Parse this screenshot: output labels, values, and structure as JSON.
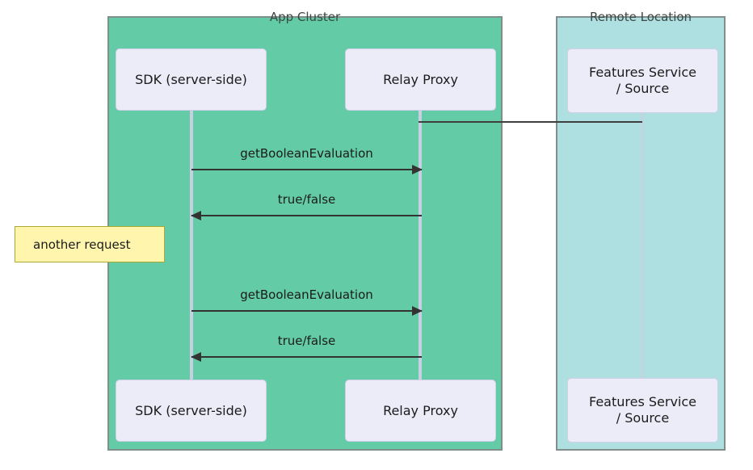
{
  "diagram": {
    "type": "sequence-diagram",
    "groups": [
      {
        "id": "app-cluster",
        "label": "App Cluster",
        "fill": "#63cba5",
        "border": "#808e8c"
      },
      {
        "id": "remote-location",
        "label": "Remote Location",
        "fill": "#aedfe1",
        "border": "#808e8c"
      }
    ],
    "participants": [
      {
        "id": "sdk",
        "label": "SDK (server-side)",
        "group": "app-cluster"
      },
      {
        "id": "relay",
        "label": "Relay Proxy",
        "group": "app-cluster"
      },
      {
        "id": "features",
        "label": "Features Service\n/ Source",
        "group": "remote-location"
      }
    ],
    "participant_labels": {
      "sdk": "SDK (server-side)",
      "relay": "Relay Proxy",
      "features_line_1": "Features Service",
      "features_line_2": "/ Source"
    },
    "messages": [
      {
        "id": "msg-1",
        "from": "sdk",
        "to": "relay",
        "direction": "right",
        "label": "getBooleanEvaluation"
      },
      {
        "id": "msg-2",
        "from": "relay",
        "to": "sdk",
        "direction": "left",
        "label": "true/false"
      },
      {
        "id": "msg-3",
        "from": "sdk",
        "to": "relay",
        "direction": "right",
        "label": "getBooleanEvaluation"
      },
      {
        "id": "msg-4",
        "from": "relay",
        "to": "sdk",
        "direction": "left",
        "label": "true/false"
      }
    ],
    "notes": [
      {
        "id": "note-1",
        "label": "another request",
        "fill": "#fff5ad",
        "border": "#aaaa33"
      }
    ],
    "colors": {
      "app_cluster_fill": "#63cba5",
      "remote_location_fill": "#aedfe1",
      "participant_fill": "#ececf9",
      "participant_border": "#cfcfe8",
      "lifeline": "#c9cfe3",
      "message_line": "#333333",
      "note_fill": "#fff5ad",
      "note_border": "#aaaa33",
      "text": "#1b1b1b"
    }
  }
}
